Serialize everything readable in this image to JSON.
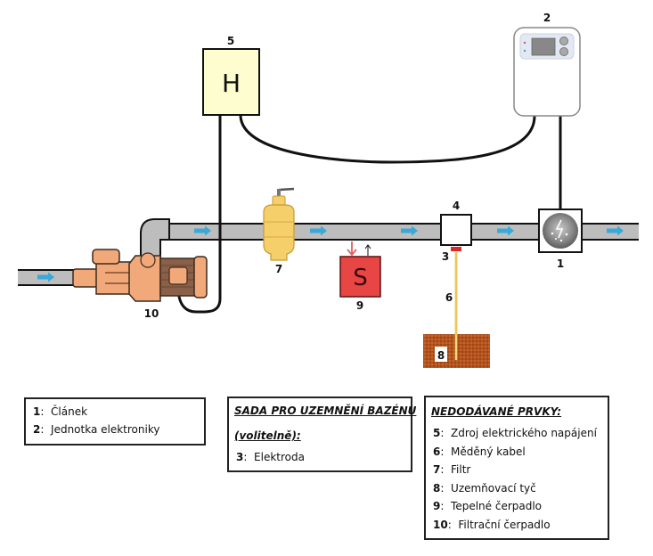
{
  "diagram": {
    "components": [
      {
        "id": "1",
        "name": "cell",
        "label": "1"
      },
      {
        "id": "2",
        "name": "electronic-unit",
        "label": "2"
      },
      {
        "id": "3",
        "name": "electrode",
        "label": "3"
      },
      {
        "id": "4",
        "name": "electrode-housing",
        "label": "4"
      },
      {
        "id": "5",
        "name": "power-supply",
        "label": "5",
        "symbol": "H"
      },
      {
        "id": "6",
        "name": "copper-cable",
        "label": "6"
      },
      {
        "id": "7",
        "name": "filter",
        "label": "7"
      },
      {
        "id": "8",
        "name": "grounding-rod",
        "label": "8"
      },
      {
        "id": "9",
        "name": "heat-pump",
        "label": "9",
        "symbol": "S"
      },
      {
        "id": "10",
        "name": "filtration-pump",
        "label": "10"
      }
    ],
    "colors": {
      "pipe": "#bdbdbd",
      "pipe_outline": "#111111",
      "flow_arrow": "#3aa8d8",
      "power_supply_fill": "#fefdd0",
      "heat_pump_fill": "#e84545",
      "filter_fill": "#f5cf6a",
      "pump_fill": "#f2a97a",
      "pump_motor": "#8a6048",
      "ground_fill": "#b4531e",
      "copper_cable": "#f7d774",
      "electrode": "#d52b2b"
    }
  },
  "legend": {
    "box1": {
      "rows": [
        {
          "num": "1",
          "text": "Článek"
        },
        {
          "num": "2",
          "text": "Jednotka elektroniky"
        }
      ]
    },
    "box2": {
      "title_line1": "SADA PRO UZEMNĚNÍ BAZÉNU",
      "title_line2": "(volitelně):",
      "rows": [
        {
          "num": "3",
          "text": "Elektroda"
        }
      ]
    },
    "box3": {
      "title": "NEDODÁVANÉ PRVKY:",
      "rows": [
        {
          "num": "5",
          "text": "Zdroj elektrického napájení"
        },
        {
          "num": "6",
          "text": "Měděný kabel"
        },
        {
          "num": "7",
          "text": "Filtr"
        },
        {
          "num": "8",
          "text": "Uzemňovací tyč"
        },
        {
          "num": "9",
          "text": "Tepelné čerpadlo"
        },
        {
          "num": "10",
          "text": "Filtrační čerpadlo"
        }
      ]
    }
  }
}
